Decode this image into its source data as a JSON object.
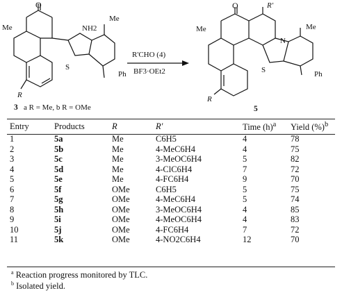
{
  "scheme": {
    "reactant_label": "3",
    "reactant_desc": "a R = Me, b R = OMe",
    "product_label": "5",
    "reagent_top": "R'CHO (4)",
    "reagent_bottom": "BF3·OEt2",
    "atoms": {
      "o": "O",
      "me_n": "Me",
      "n_ring": "N",
      "nh2": "NH2",
      "me": "Me",
      "s": "S",
      "n": "N",
      "ph": "Ph",
      "r": "R",
      "r_prime": "R'"
    }
  },
  "table": {
    "headers": [
      "Entry",
      "Products",
      "R",
      "R'",
      "Time (h)",
      "Yield (%)"
    ],
    "header_marks": [
      "",
      "",
      "",
      "",
      "a",
      "b"
    ],
    "rows": [
      [
        "1",
        "5a",
        "Me",
        "C6H5",
        "4",
        "78"
      ],
      [
        "2",
        "5b",
        "Me",
        "4-MeC6H4",
        "4",
        "75"
      ],
      [
        "3",
        "5c",
        "Me",
        "3-MeOC6H4",
        "5",
        "82"
      ],
      [
        "4",
        "5d",
        "Me",
        "4-ClC6H4",
        "7",
        "72"
      ],
      [
        "5",
        "5e",
        "Me",
        "4-FC6H4",
        "9",
        "70"
      ],
      [
        "6",
        "5f",
        "OMe",
        "C6H5",
        "5",
        "75"
      ],
      [
        "7",
        "5g",
        "OMe",
        "4-MeC6H4",
        "5",
        "74"
      ],
      [
        "8",
        "5h",
        "OMe",
        "3-MeOC6H4",
        "4",
        "85"
      ],
      [
        "9",
        "5i",
        "OMe",
        "4-MeOC6H4",
        "4",
        "83"
      ],
      [
        "10",
        "5j",
        "OMe",
        "4-FC6H4",
        "7",
        "72"
      ],
      [
        "11",
        "5k",
        "OMe",
        "4-NO2C6H4",
        "12",
        "70"
      ]
    ]
  },
  "footnotes": [
    {
      "mark": "a",
      "text": "Reaction progress monitored by TLC."
    },
    {
      "mark": "b",
      "text": "Isolated yield."
    }
  ]
}
